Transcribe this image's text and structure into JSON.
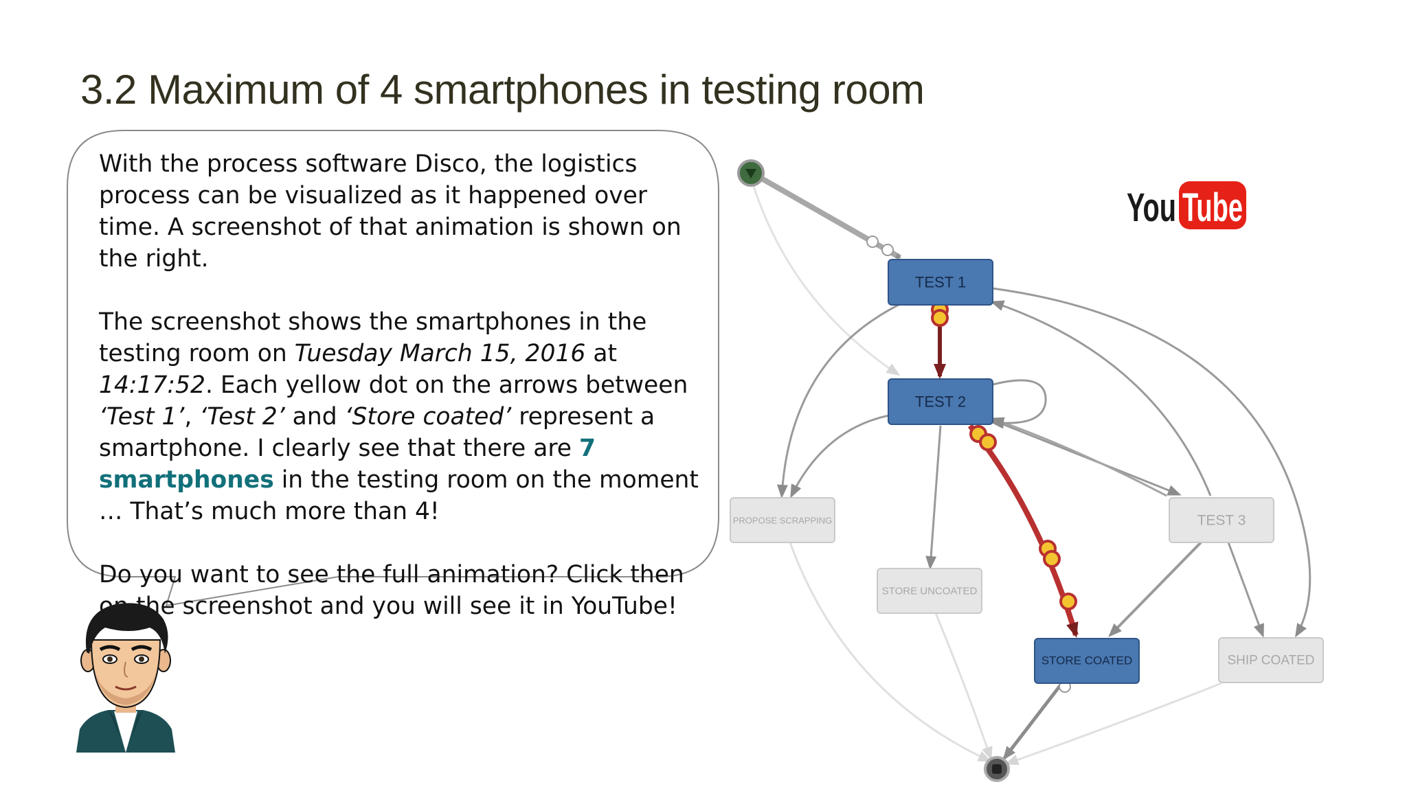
{
  "slide": {
    "title": "3.2 Maximum of 4 smartphones in testing room"
  },
  "bubble": {
    "p1": "With the process software Disco, the logistics process can be visualized as it happened over time. A screenshot of that animation is shown on the right.",
    "p2_a": "The screenshot shows the smartphones in the testing room on ",
    "p2_date": "Tuesday March 15, 2016",
    "p2_b": " at ",
    "p2_time": "14:17:52",
    "p2_c": ". Each yellow dot on the arrows between ",
    "p2_t1": "‘Test 1’",
    "p2_d": ", ",
    "p2_t2": "‘Test 2’",
    "p2_e": " and ",
    "p2_sc": "‘Store coated’",
    "p2_f": " represent a smartphone. I clearly see that there are ",
    "p2_highlight": "7 smartphones",
    "p2_g": " in the testing room on the moment … That’s much more than 4!",
    "p3": "Do you want to see the full animation? Click then on the screenshot and you will see it in YouTube!"
  },
  "process_map": {
    "nodes": {
      "test1": "TEST 1",
      "test2": "TEST 2",
      "test3": "TEST 3",
      "propose_scrapping": "PROPOSE SCRAPPING",
      "store_uncoated": "STORE UNCOATED",
      "store_coated": "STORE COATED",
      "ship_coated": "SHIP COATED"
    },
    "smartphones_in_testing_room": 7,
    "active_color": "#4a78b0",
    "inactive_color": "#e3e3e3",
    "token_color": "#f4c430",
    "hot_arrow_color": "#b83030"
  },
  "youtube_logo": {
    "you": "You",
    "tube": "Tube"
  },
  "avatar": {
    "icon": "cartoon-man-avatar"
  }
}
